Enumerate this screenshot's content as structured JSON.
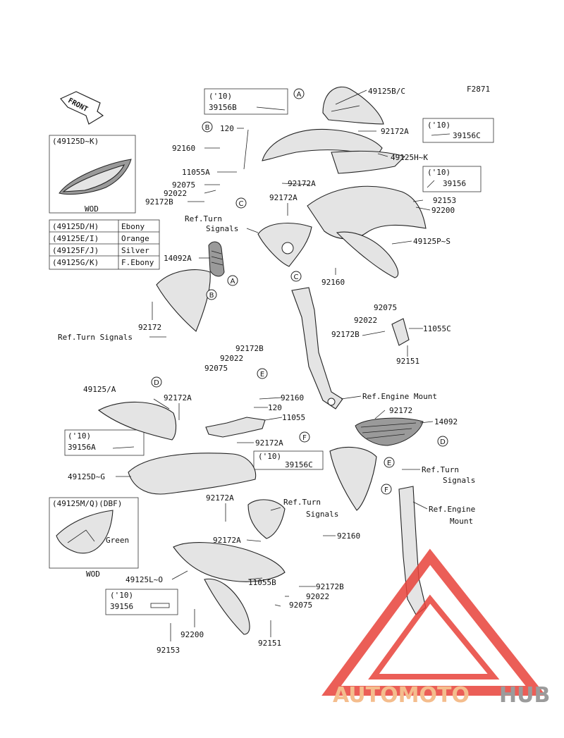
{
  "figure_code": "F2871",
  "front_arrow": "FRONT",
  "variant_box_top": {
    "header": "(49125D~K)",
    "footer": "WOD",
    "colors": [
      {
        "code": "(49125D/H)",
        "color": "Ebony"
      },
      {
        "code": "(49125E/I)",
        "color": "Orange"
      },
      {
        "code": "(49125F/J)",
        "color": "Silver"
      },
      {
        "code": "(49125G/K)",
        "color": "F.Ebony"
      }
    ]
  },
  "variant_box_bottom": {
    "header": "(49125M/Q)(DBF)",
    "note": "Green",
    "footer": "WOD"
  },
  "year_notes": [
    {
      "id": "yn1",
      "year": "('10)",
      "part": "39156B"
    },
    {
      "id": "yn2",
      "year": "('10)",
      "part": "39156C"
    },
    {
      "id": "yn3",
      "year": "('10)",
      "part": "39156"
    },
    {
      "id": "yn4",
      "year": "('10)",
      "part": "39156A"
    },
    {
      "id": "yn5",
      "year": "('10)",
      "part": "39156C"
    },
    {
      "id": "yn6",
      "year": "('10)",
      "part": "39156"
    }
  ],
  "callouts": {
    "A": "A",
    "B": "B",
    "C": "C",
    "D": "D",
    "E": "E",
    "F": "F"
  },
  "labels": {
    "p49125BC": "49125B/C",
    "p92172A_1": "92172A",
    "p49125HK": "49125H~K",
    "p120_1": "120",
    "p92160_1": "92160",
    "p11055A": "11055A",
    "p92075_1": "92075",
    "p92022_1": "92022",
    "p92172B_1": "92172B",
    "p92172A_2": "92172A",
    "p92172A_3": "92172A",
    "p92153_1": "92153",
    "p92200_1": "92200",
    "ref_turn_1a": "Ref.Turn",
    "ref_turn_1b": "Signals",
    "p49125PS": "49125P~S",
    "p14092A": "14092A",
    "p92160_2": "92160",
    "p92075_2": "92075",
    "p92022_2": "92022",
    "p92172B_2": "92172B",
    "p11055C": "11055C",
    "p92172_1": "92172",
    "ref_turn_2": "Ref.Turn Signals",
    "p92151_1": "92151",
    "p92172B_3": "92172B",
    "p92022_3": "92022",
    "p92075_3": "92075",
    "p49125A": "49125/A",
    "p92172A_4": "92172A",
    "p92160_3": "92160",
    "p120_2": "120",
    "p11055": "11055",
    "ref_engine_1": "Ref.Engine Mount",
    "p92172_2": "92172",
    "p14092": "14092",
    "p92172A_5": "92172A",
    "p49125DG": "49125D~G",
    "ref_turn_3a": "Ref.Turn",
    "ref_turn_3b": "Signals",
    "ref_engine_2a": "Ref.Engine",
    "ref_engine_2b": "Mount",
    "p92172A_6": "92172A",
    "ref_turn_4a": "Ref.Turn",
    "ref_turn_4b": "Signals",
    "p92172A_7": "92172A",
    "p92160_4": "92160",
    "p49125L0": "49125L~O",
    "p11055B": "11055B",
    "p92172B_4": "92172B",
    "p92022_4": "92022",
    "p92075_4": "92075",
    "p92200_2": "92200",
    "p92153_2": "92153",
    "p92151_2": "92151"
  },
  "watermark": {
    "part1": "AUTOMOTO",
    "part2": "HUB",
    "color1": "#f3b27a",
    "color2": "#8a8a8a",
    "triangle_color": "#e8433a"
  }
}
